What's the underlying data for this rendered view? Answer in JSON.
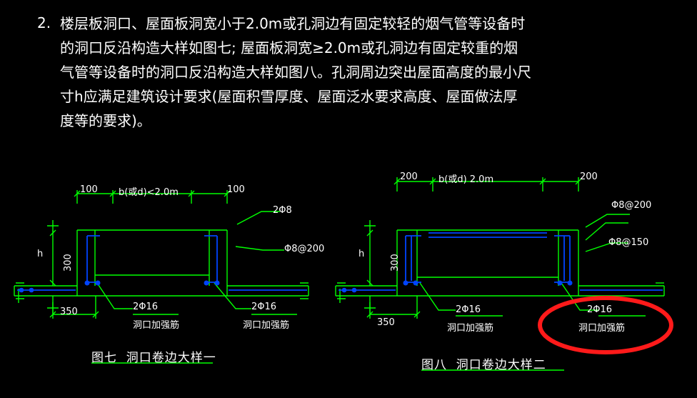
{
  "note": {
    "number": "2.",
    "text": "楼层板洞口、屋面板洞宽小于2.0m或孔洞边有固定较轻的烟气管等设备时的洞口反沿构造大样如图七; 屋面板洞宽≥2.0m或孔洞边有固定较重的烟气管等设备时的洞口反沿构造大样如图八。孔洞周边突出屋面高度的最小尺寸h应满足建筑设计要求(屋面积雪厚度、屋面泛水要求高度、屋面做法厚度等的要求)。"
  },
  "figure_left": {
    "caption": "图七  洞口卷边大样一",
    "dim_left": "100",
    "dim_mid": "b(或d)<2.0m",
    "dim_right": "100",
    "height_label": "h",
    "height_dim": "300",
    "base_dim": "350",
    "rebar_top": "2Φ8",
    "rebar_stirrup": "Φ8@200",
    "rebar_left": "2Φ16",
    "rebar_left_note": "洞口加强筋",
    "rebar_right": "2Φ16",
    "rebar_right_note": "洞口加强筋"
  },
  "figure_right": {
    "caption": "图八  洞口卷边大样二",
    "dim_left": "200",
    "dim_mid": "b(或d) 2.0m",
    "dim_right": "200",
    "height_label": "h",
    "height_dim": "300",
    "base_dim": "350",
    "rebar_top": "Φ8@200",
    "rebar_second": "Φ8@150",
    "rebar_left": "2Φ16",
    "rebar_left_note": "洞口加强筋",
    "rebar_right": "2Φ16",
    "rebar_right_note": "洞口加强筋"
  },
  "annotation": {
    "shape": "ellipse",
    "color": "#ff0000",
    "target": "right figure 2Φ16 洞口加强筋 callout"
  },
  "colors": {
    "background": "#000000",
    "text": "#ffffff",
    "drawing": "#00ff00",
    "detail": "#0044ff",
    "highlight": "#ff0000"
  }
}
